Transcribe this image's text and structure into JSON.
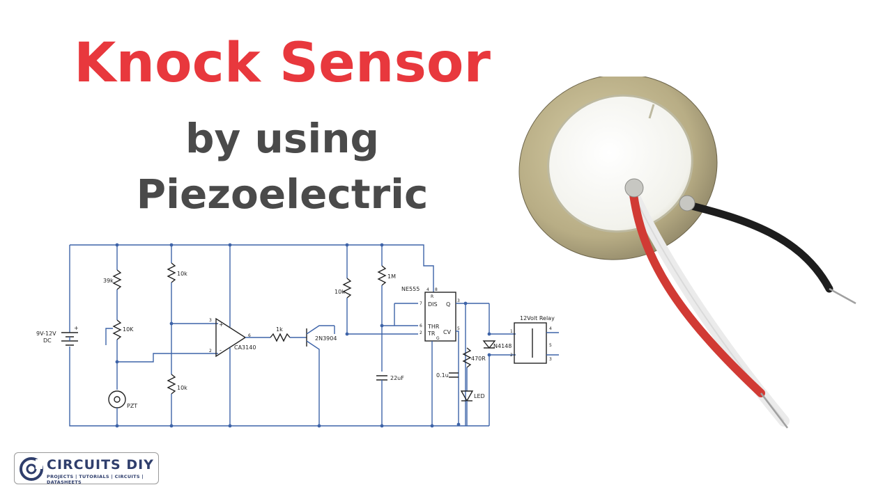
{
  "heading": {
    "title": "Knock Sensor",
    "line2": "by using",
    "line3": "Piezoelectric"
  },
  "colors": {
    "title": "#e8383d",
    "subtitle": "#4a4a4a",
    "wire": "#3d63a8",
    "brand": "#2f3e6c"
  },
  "schematic": {
    "supply": "9V-12V",
    "supply_unit": "DC",
    "plus": "+",
    "r1": "39k",
    "pot": "10K",
    "r2": "10k",
    "r3": "10k",
    "sensor": "PZT",
    "opamp": "CA3140",
    "opamp_pin3": "3",
    "opamp_pin2": "2",
    "opamp_pin6": "6",
    "opamp_plus": "+",
    "opamp_minus": "-",
    "r_base": "1k",
    "transistor": "2N3904",
    "r_pullup": "10k",
    "r_timing": "1M",
    "cap_timing": "22uF",
    "cap_cv": "0.1u",
    "timer": "NE555",
    "pin_dis": "DIS",
    "pin_thr": "THR",
    "pin_tr": "TR",
    "pin_q": "Q",
    "pin_cv": "CV",
    "pin_gnd": "G",
    "pin_rst": "R",
    "pin7": "7",
    "pin6": "6",
    "pin2": "2",
    "pin3": "3",
    "pin5": "5",
    "pin4": "4",
    "pin8": "8",
    "r_led": "470R",
    "led": "LED",
    "diode": "N4148",
    "relay": "12Volt Relay",
    "relay_pin1": "1",
    "relay_pin2": "2",
    "relay_pin3": "3",
    "relay_pin4": "4",
    "relay_pin5": "5"
  },
  "brand": {
    "name": "CIRCUITS DIY",
    "tagline": "PROJECTS | TUTORIALS | CIRCUITS | DATASHEETS"
  }
}
